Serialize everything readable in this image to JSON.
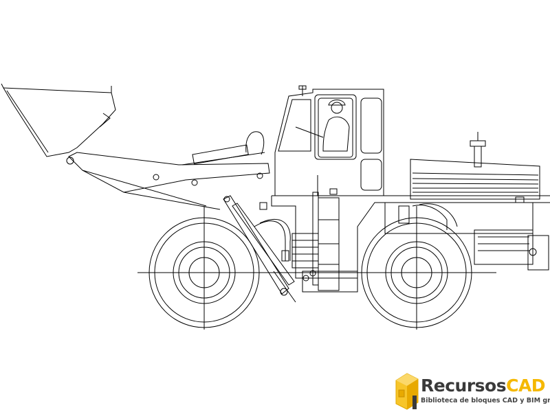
{
  "drawing": {
    "subject": "wheel-loader",
    "line_color": "#000000",
    "background": "#ffffff"
  },
  "logo": {
    "brand_part1": "Recursos",
    "brand_part2": "CAD",
    "tagline": "Biblioteca de bloques CAD y BIM gratuita",
    "colors": {
      "dark": "#3a3a3a",
      "accent": "#f5b800",
      "cube": "#f7c52a"
    }
  }
}
